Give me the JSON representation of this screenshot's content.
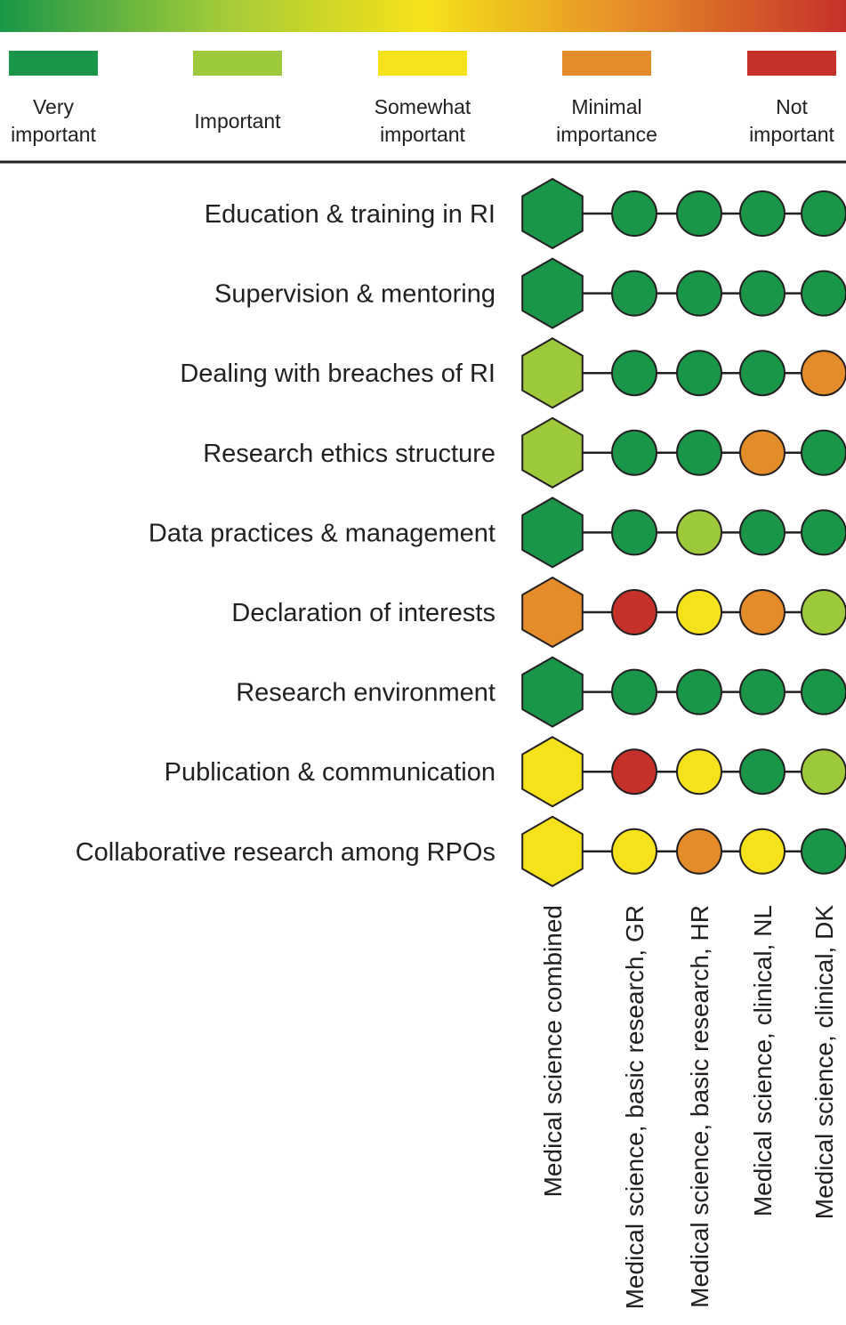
{
  "chart_data": {
    "type": "table",
    "legend": {
      "gradient_colors": [
        "#1a9648",
        "#9ec93b",
        "#f6e21b",
        "#e48b2a",
        "#c6302a"
      ],
      "items": [
        {
          "key": "very",
          "lines": [
            "Very",
            "important"
          ],
          "color": "#1a9648"
        },
        {
          "key": "important",
          "lines": [
            "Important"
          ],
          "color": "#9ec93b"
        },
        {
          "key": "somewhat",
          "lines": [
            "Somewhat",
            "important"
          ],
          "color": "#f6e21b"
        },
        {
          "key": "minimal",
          "lines": [
            "Minimal",
            "importance"
          ],
          "color": "#e48b2a"
        },
        {
          "key": "not",
          "lines": [
            "Not",
            "important"
          ],
          "color": "#c6302a"
        }
      ]
    },
    "rows": [
      "Education & training in RI",
      "Supervision & mentoring",
      "Dealing with breaches of RI",
      "Research ethics structure",
      "Data practices & management",
      "Declaration of interests",
      "Research environment",
      "Publication & communication",
      "Collaborative research among RPOs"
    ],
    "columns": [
      "Medical science combined",
      "Medical science, basic research, GR",
      "Medical science, basic research, HR",
      "Medical science, clinical, NL",
      "Medical science, clinical, DK"
    ],
    "values": [
      [
        "very",
        "very",
        "very",
        "very",
        "very"
      ],
      [
        "very",
        "very",
        "very",
        "very",
        "very"
      ],
      [
        "important",
        "very",
        "very",
        "very",
        "minimal"
      ],
      [
        "important",
        "very",
        "very",
        "minimal",
        "very"
      ],
      [
        "very",
        "very",
        "important",
        "very",
        "very"
      ],
      [
        "minimal",
        "not",
        "somewhat",
        "minimal",
        "important"
      ],
      [
        "very",
        "very",
        "very",
        "very",
        "very"
      ],
      [
        "somewhat",
        "not",
        "somewhat",
        "very",
        "important"
      ],
      [
        "somewhat",
        "somewhat",
        "minimal",
        "somewhat",
        "very"
      ]
    ]
  }
}
